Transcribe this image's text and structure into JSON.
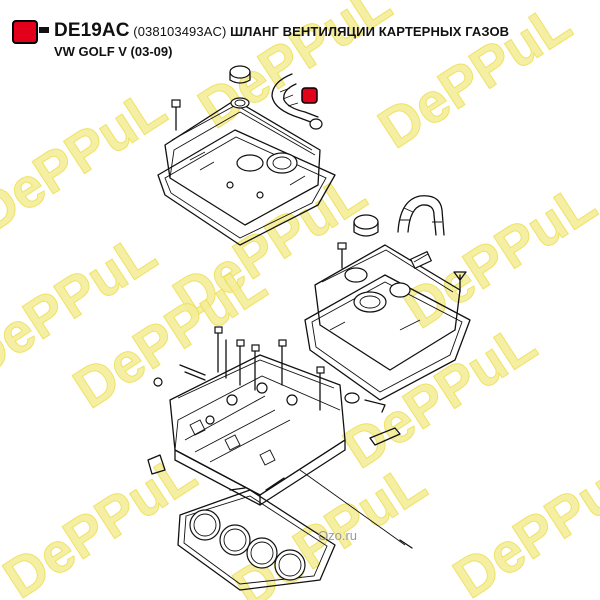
{
  "header": {
    "part_code": "DE19AC",
    "oem_number": "(038103493AC)",
    "title": "ШЛАНГ ВЕНТИЛЯЦИИ КАРТЕРНЫХ ГАЗОВ",
    "vehicle": "VW GOLF V (03-09)",
    "marker_color": "#e3001b"
  },
  "diagram": {
    "watermark_text": "DePPuL",
    "highlight_color": "#e3001b",
    "corner_logo": "Ozo.ru"
  }
}
